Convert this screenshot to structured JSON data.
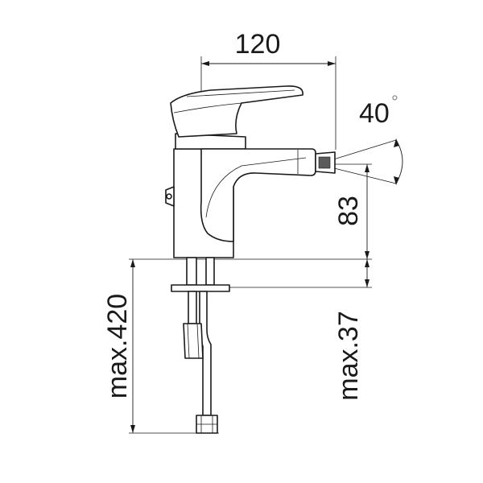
{
  "dimensions": {
    "width_label": "120",
    "angle_label": "40",
    "angle_unit": "°",
    "spout_height_label": "83",
    "hose_length_label": "max.420",
    "deck_thickness_label": "max.37"
  },
  "colors": {
    "line": "#1a1a1a",
    "background": "#ffffff",
    "degree_symbol": "#8a8a8a"
  }
}
